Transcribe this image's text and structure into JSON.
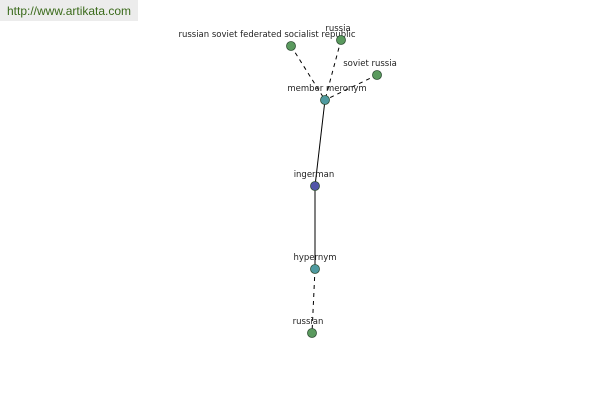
{
  "site": {
    "url_text": "http://www.artikata.com"
  },
  "colors": {
    "green_node": "#5a9a5e",
    "teal_node": "#4f9aa0",
    "blue_node": "#5256a8",
    "node_stroke": "#2f4f35",
    "edge": "#000000",
    "banner_text": "#3a6a1a"
  },
  "graph": {
    "nodes": [
      {
        "id": "russian-soviet-federated-socialist-republic",
        "label": "russian soviet federated socialist republic",
        "kind": "green"
      },
      {
        "id": "russia",
        "label": "russia",
        "kind": "green"
      },
      {
        "id": "soviet-russia",
        "label": "soviet russia",
        "kind": "green"
      },
      {
        "id": "member-meronym",
        "label": "member meronym",
        "kind": "teal"
      },
      {
        "id": "ingerman",
        "label": "ingerman",
        "kind": "blue"
      },
      {
        "id": "hypernym",
        "label": "hypernym",
        "kind": "teal"
      },
      {
        "id": "russian",
        "label": "russian",
        "kind": "green"
      }
    ],
    "edges": [
      {
        "from": "russian-soviet-federated-socialist-republic",
        "to": "member-meronym",
        "style": "dashed"
      },
      {
        "from": "russia",
        "to": "member-meronym",
        "style": "dashed"
      },
      {
        "from": "soviet-russia",
        "to": "member-meronym",
        "style": "dashed"
      },
      {
        "from": "member-meronym",
        "to": "ingerman",
        "style": "solid"
      },
      {
        "from": "ingerman",
        "to": "hypernym",
        "style": "solid"
      },
      {
        "from": "hypernym",
        "to": "russian",
        "style": "dashed"
      }
    ]
  }
}
